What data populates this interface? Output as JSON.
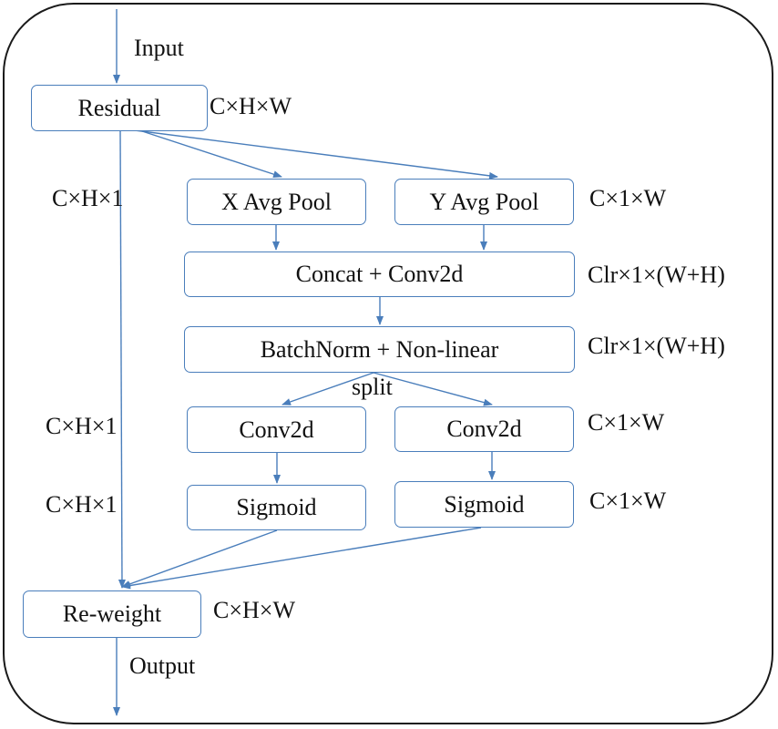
{
  "boxes": {
    "residual": "Residual",
    "x_avg_pool": "X Avg Pool",
    "y_avg_pool": "Y Avg Pool",
    "concat_conv": "Concat + Conv2d",
    "bn_nonlinear": "BatchNorm + Non-linear",
    "conv_left": "Conv2d",
    "conv_right": "Conv2d",
    "sigmoid_left": "Sigmoid",
    "sigmoid_right": "Sigmoid",
    "reweight": "Re-weight"
  },
  "labels": {
    "input": "Input",
    "output": "Output",
    "split": "split",
    "residual_dims": "C×H×W",
    "x_pool_dims": "C×H×1",
    "y_pool_dims": "C×1×W",
    "concat_dims": "Clr×1×(W+H)",
    "bn_dims": "Clr×1×(W+H)",
    "conv_left_dims": "C×H×1",
    "conv_right_dims": "C×1×W",
    "sigmoid_left_dims": "C×H×1",
    "sigmoid_right_dims": "C×1×W",
    "reweight_dims": "C×H×W"
  },
  "colors": {
    "box_border": "#4a7ebb",
    "arrow": "#4a7ebb",
    "frame_border": "#1a1a1a",
    "text": "#111111"
  }
}
